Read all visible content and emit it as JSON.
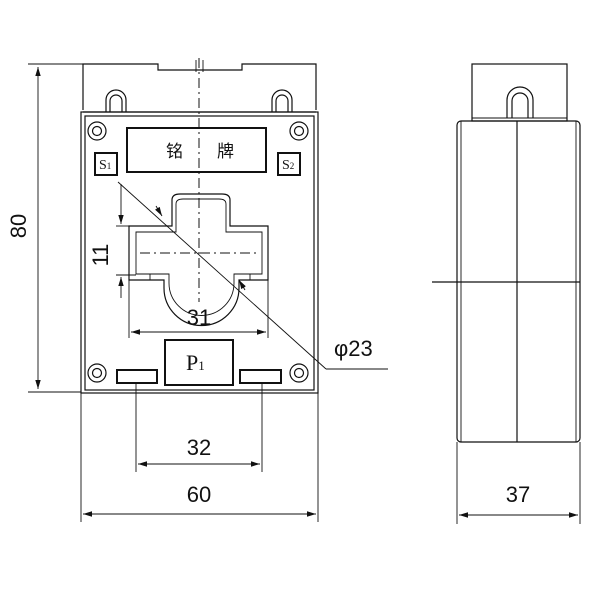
{
  "front_view": {
    "nameplate_chars": [
      "铭",
      "牌"
    ],
    "terminal_s1": {
      "main": "S",
      "sub": "1"
    },
    "terminal_s2": {
      "main": "S",
      "sub": "2"
    },
    "terminal_p1": {
      "main": "P",
      "sub": "1"
    }
  },
  "dimensions": {
    "height": "80",
    "window_height": "11",
    "window_width": "31",
    "hole_diameter": "φ23",
    "mount_spacing": "32",
    "total_width": "60",
    "depth": "37"
  }
}
